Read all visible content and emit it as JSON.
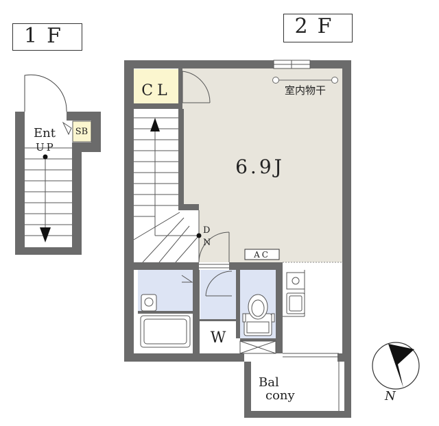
{
  "floors": {
    "first": "1F",
    "second": "2F"
  },
  "first_floor": {
    "entrance": "Ent",
    "shoe_box": "SB",
    "stairs_up": "UP"
  },
  "second_floor": {
    "closet": "CL",
    "room_size": "6.9J",
    "indoor_drying": "室内物干",
    "stairs_down": [
      "D",
      "N"
    ],
    "air_conditioner": "AC",
    "washer": "W",
    "balcony": [
      "Bal",
      "cony"
    ]
  },
  "compass": {
    "north": "N"
  },
  "colors": {
    "wall": "#6b6b6b",
    "main_room": "#e8e5dc",
    "closet": "#fbf6cf",
    "bath_area": "#dde4f4",
    "shoe_box": "#fbf6cf"
  }
}
